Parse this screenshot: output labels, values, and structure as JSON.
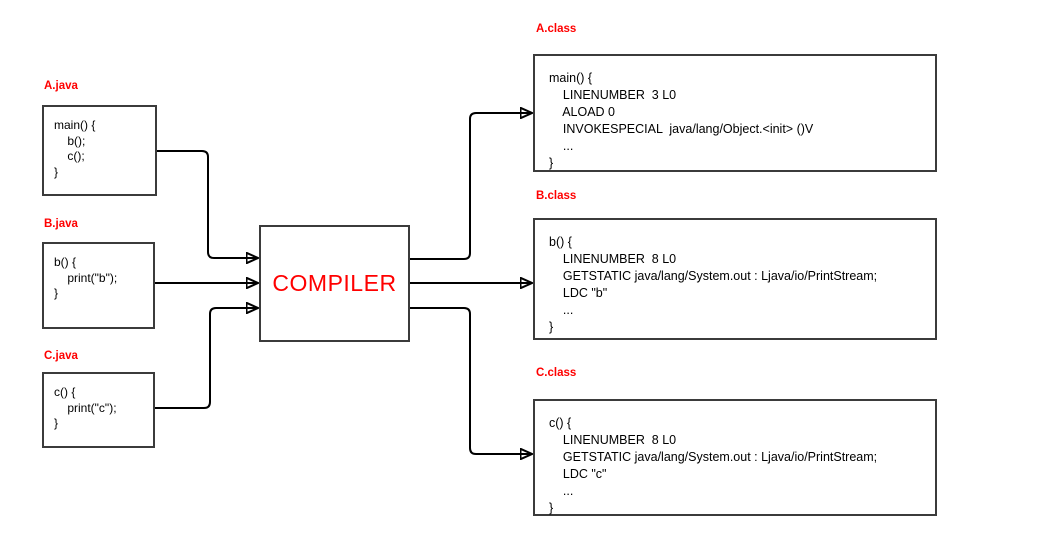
{
  "colors": {
    "label_red": "#ff0000",
    "box_border": "#3b3b3b",
    "connector": "#000000",
    "background": "#ffffff"
  },
  "compiler": {
    "label": "COMPILER"
  },
  "sources": [
    {
      "name": "A.java",
      "lines": [
        "main() {",
        "    b();",
        "    c();",
        "}"
      ]
    },
    {
      "name": "B.java",
      "lines": [
        "b() {",
        "    print(\"b\");",
        "}"
      ]
    },
    {
      "name": "C.java",
      "lines": [
        "c() {",
        "    print(\"c\");",
        "}"
      ]
    }
  ],
  "outputs": [
    {
      "name": "A.class",
      "lines": [
        "main() {",
        "    LINENUMBER  3 L0",
        "    ALOAD 0",
        "    INVOKESPECIAL  java/lang/Object.<init> ()V",
        "    ...",
        "}"
      ]
    },
    {
      "name": "B.class",
      "lines": [
        "b() {",
        "    LINENUMBER  8 L0",
        "    GETSTATIC java/lang/System.out : Ljava/io/PrintStream;",
        "    LDC \"b\"",
        "    ...",
        "}"
      ]
    },
    {
      "name": "C.class",
      "lines": [
        "c() {",
        "    LINENUMBER  8 L0",
        "    GETSTATIC java/lang/System.out : Ljava/io/PrintStream;",
        "    LDC \"c\"",
        "    ...",
        "}"
      ]
    }
  ]
}
